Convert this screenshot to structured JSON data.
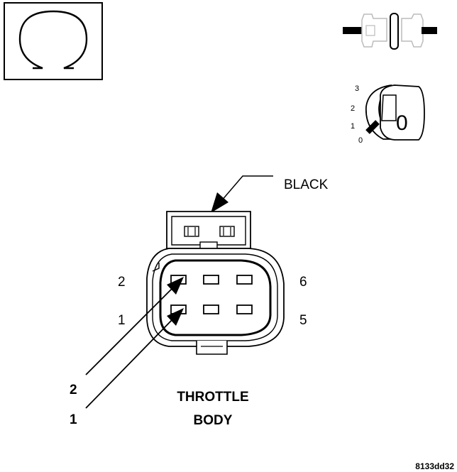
{
  "connector": {
    "color_label": "BLACK",
    "cavity_labels": [
      "1",
      "2",
      "5",
      "6"
    ],
    "component_name": [
      "THROTTLE",
      "BODY"
    ]
  },
  "wires": [
    {
      "label": "2"
    },
    {
      "label": "1"
    }
  ],
  "ignition_key": {
    "positions": [
      "3",
      "2",
      "1",
      "0"
    ],
    "current_position": "0"
  },
  "symbols": {
    "meter": "ohmmeter-icon",
    "connector": "disconnected-connector-icon",
    "ignition": "ignition-key-icon"
  },
  "figure_id": "8133dd32"
}
